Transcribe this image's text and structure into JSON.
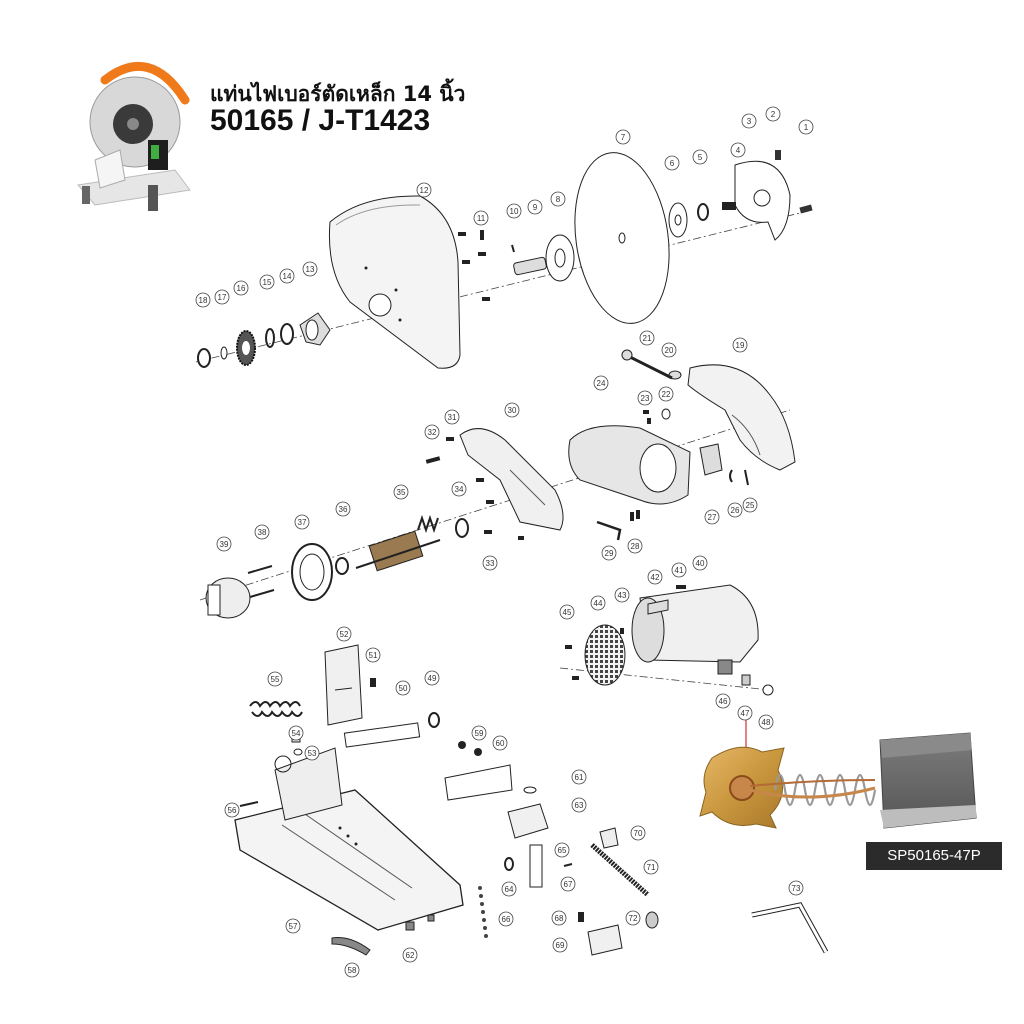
{
  "title": "แท่นไฟเบอร์ตัดเหล็ก 14 นิ้ว",
  "model": "50165 / J-T1423",
  "badge": "SP50165-47P",
  "callouts": [
    "1",
    "2",
    "3",
    "4",
    "5",
    "6",
    "7",
    "8",
    "9",
    "10",
    "11",
    "12",
    "13",
    "14",
    "15",
    "16",
    "17",
    "18",
    "19",
    "20",
    "21",
    "22",
    "23",
    "24",
    "25",
    "26",
    "27",
    "28",
    "29",
    "30",
    "31",
    "32",
    "33",
    "34",
    "35",
    "36",
    "37",
    "38",
    "39",
    "40",
    "41",
    "42",
    "43",
    "44",
    "45",
    "46",
    "47",
    "48",
    "49",
    "50",
    "51",
    "52",
    "53",
    "54",
    "55",
    "56",
    "57",
    "58",
    "59",
    "60",
    "61",
    "62",
    "63",
    "64",
    "65",
    "66",
    "67",
    "68",
    "69",
    "70",
    "71",
    "72",
    "73"
  ],
  "colors": {
    "badge_bg": "#2b2b2b",
    "highlight_line": "#d32f2f",
    "brand_orange": "#f07a1a",
    "copper": "#c8874a",
    "brass": "#c9a24a"
  }
}
